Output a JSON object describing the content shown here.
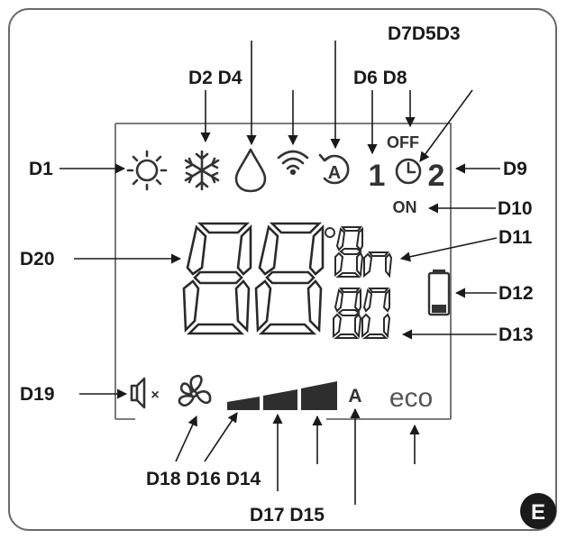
{
  "labels": {
    "d1": "D1",
    "d2d4": "D2 D4",
    "d6d8": "D6 D8",
    "d7d5d3": "D7D5D3",
    "d9": "D9",
    "d10": "D10",
    "d11": "D11",
    "d12": "D12",
    "d13": "D13",
    "d19": "D19",
    "d20": "D20",
    "d18d16d14": "D18 D16 D14",
    "d17d15": "D17 D15"
  },
  "indicators": {
    "off": "OFF",
    "on": "ON",
    "timer_1": "1",
    "timer_2": "2",
    "fan_auto": "A",
    "eco": "eco",
    "mute_x": "×",
    "panel_letter": "E"
  },
  "icons": [
    "sun-icon",
    "snowflake-icon",
    "drop-icon",
    "wifi-icon",
    "auto-mode-icon",
    "clock-icon",
    "battery-icon",
    "mute-speaker-icon",
    "fan-icon"
  ],
  "colors": {
    "ink": "#1a1a1a",
    "frame": "#6a6a6a",
    "badge": "#1a1a1a"
  }
}
